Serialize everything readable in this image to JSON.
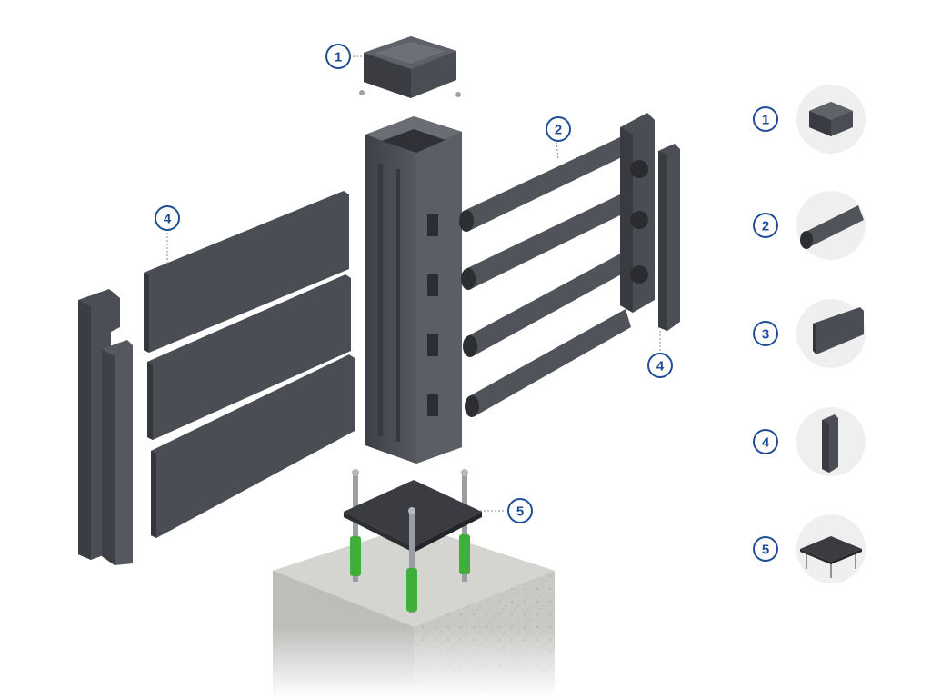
{
  "callouts": [
    {
      "id": "callout-1",
      "label": "1"
    },
    {
      "id": "callout-2",
      "label": "2"
    },
    {
      "id": "callout-4-left",
      "label": "4"
    },
    {
      "id": "callout-4-right",
      "label": "4"
    },
    {
      "id": "callout-5",
      "label": "5"
    }
  ],
  "legend": {
    "items": [
      {
        "label": "1",
        "icon": "post-cap-icon"
      },
      {
        "label": "2",
        "icon": "oval-rail-icon"
      },
      {
        "label": "3",
        "icon": "flat-panel-icon"
      },
      {
        "label": "4",
        "icon": "u-channel-icon"
      },
      {
        "label": "5",
        "icon": "base-plate-icon"
      }
    ]
  },
  "colors": {
    "badge": "#1f4e96",
    "metal": "#4b4e55",
    "metal_dark": "#35373c",
    "metal_light": "#62656c",
    "concrete": "#c9c9c6",
    "anchor_green": "#3fae3a",
    "legend_circle": "#efefef"
  }
}
